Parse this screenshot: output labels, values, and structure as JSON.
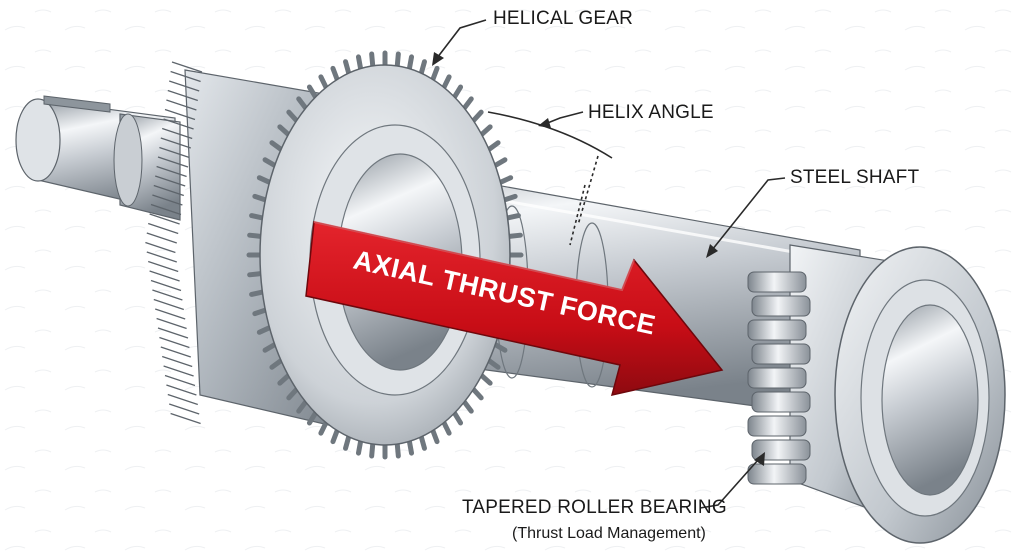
{
  "labels": {
    "helical_gear": "HELICAL GEAR",
    "helix_angle": "HELIX ANGLE",
    "steel_shaft": "STEEL SHAFT",
    "thrust_force": "AXIAL THRUST FORCE",
    "bearing": "TAPERED ROLLER BEARING",
    "bearing_sub": "(Thrust Load Management)"
  },
  "colors": {
    "steel_light": "#eef1f4",
    "steel_mid": "#b9c0c7",
    "steel_dark": "#7d858d",
    "arrow_red": "#d3101a",
    "arrow_dark": "#8e0a10",
    "line": "#2a2a2a"
  }
}
